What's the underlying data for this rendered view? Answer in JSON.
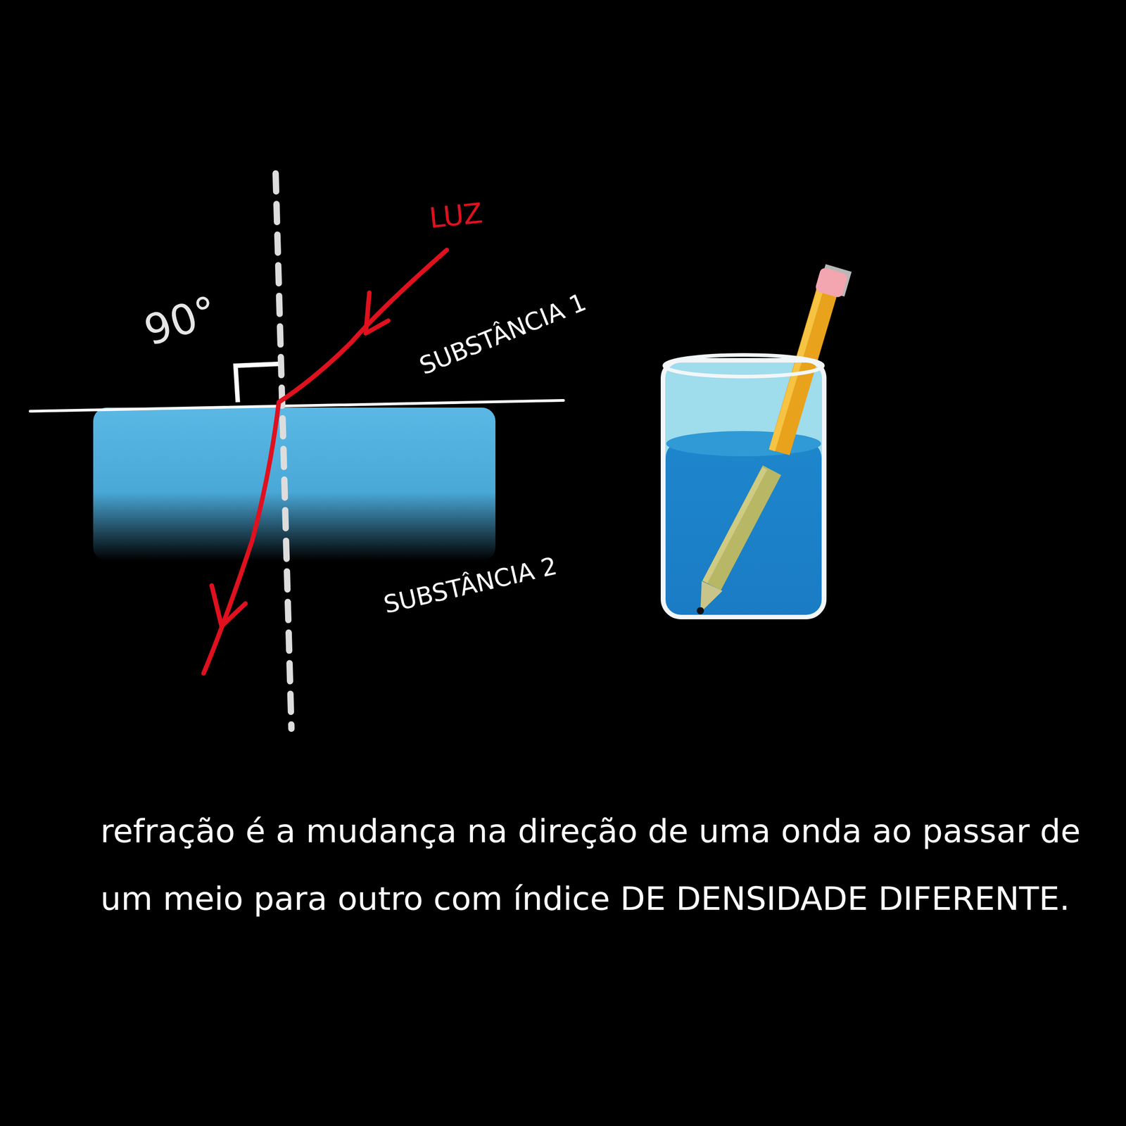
{
  "diagram": {
    "caption": "refração é a mudança na direção de uma onda ao passar de um meio para outro com índice DE DENSIDADE DIFERENTE.",
    "labels": [
      "LUZ",
      "90°",
      "SUBSTÂNCIA 1",
      "SUBSTÂNCIA 2"
    ]
  }
}
